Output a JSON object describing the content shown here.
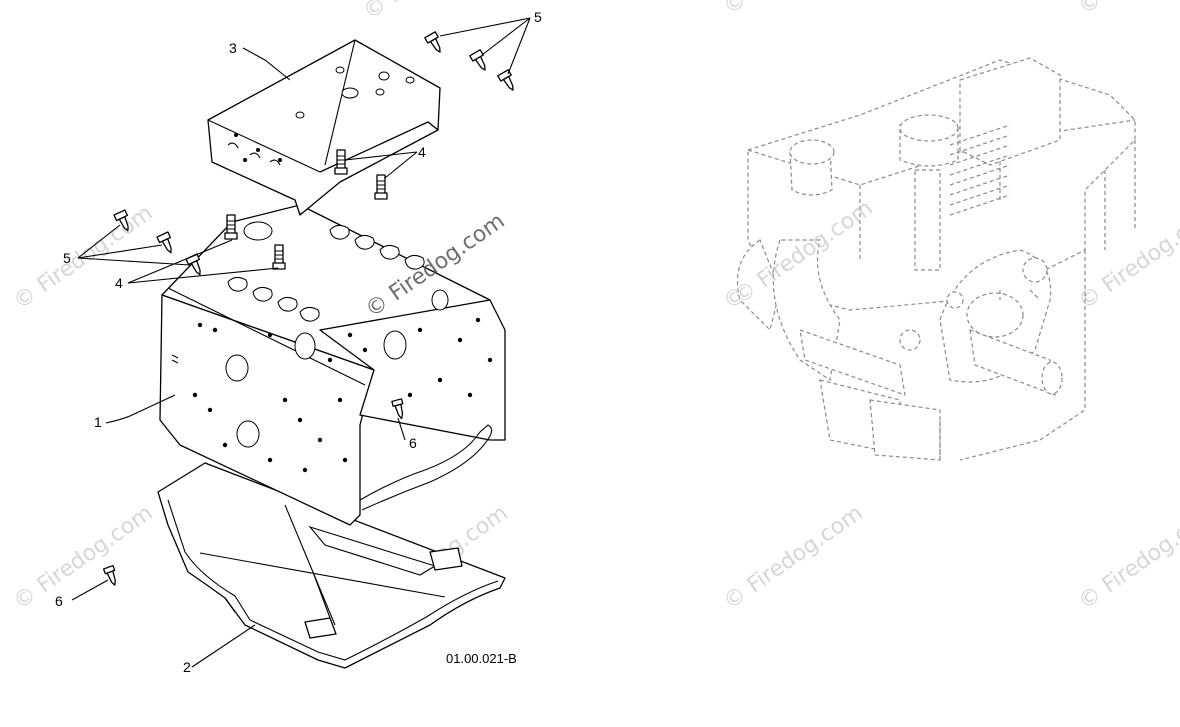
{
  "diagram": {
    "drawing_code": "01.00.021-B",
    "watermark_text": "© Firedog.com",
    "callouts": [
      {
        "id": "c3",
        "label": "3"
      },
      {
        "id": "c5a",
        "label": "5"
      },
      {
        "id": "c4a",
        "label": "4"
      },
      {
        "id": "c5b",
        "label": "5"
      },
      {
        "id": "c4b",
        "label": "4"
      },
      {
        "id": "c1",
        "label": "1"
      },
      {
        "id": "c6a",
        "label": "6"
      },
      {
        "id": "c6b",
        "label": "6"
      },
      {
        "id": "c2",
        "label": "2"
      }
    ],
    "icons": [
      "screw-icon",
      "stud-icon"
    ],
    "colors": {
      "line": "#000000",
      "phantom": "#8a8a8a",
      "watermark": "#c9c9c9"
    }
  }
}
